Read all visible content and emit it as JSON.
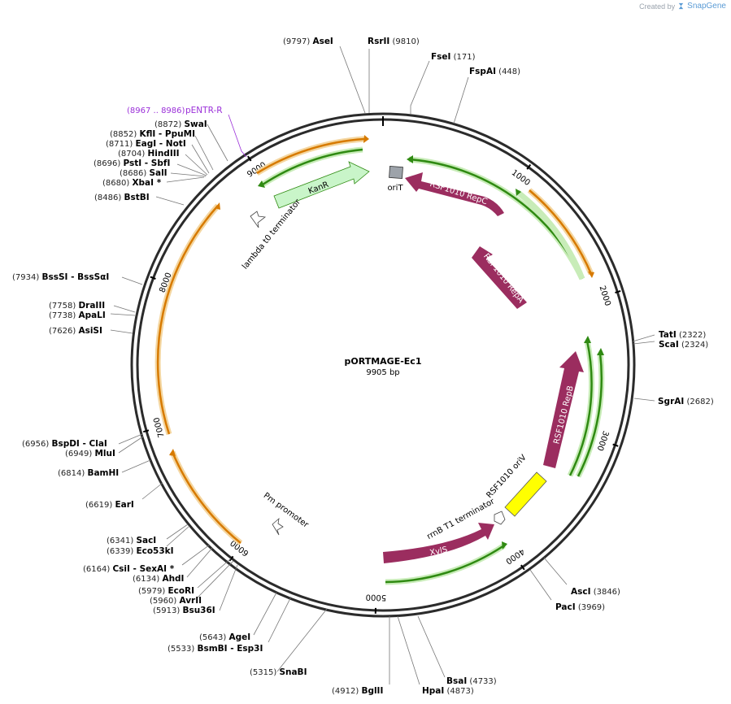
{
  "credit": {
    "prefix": "Created by",
    "brand": "SnapGene"
  },
  "plasmid": {
    "name": "pORTMAGE-Ec1",
    "length": "9905 bp"
  },
  "ticks": [
    "1000",
    "2000",
    "3000",
    "4000",
    "5000",
    "6000",
    "7000",
    "8000",
    "9000"
  ],
  "primer": {
    "range": "(8967 .. 8986)",
    "name": "pENTR-R",
    "color": "#9b30d9"
  },
  "sites_right": [
    {
      "pos": "(9797)",
      "name": "AseI"
    },
    {
      "pos": "(9810)",
      "name": "RsrII"
    },
    {
      "pos": "(171)",
      "name": "FseI"
    },
    {
      "pos": "(448)",
      "name": "FspAI"
    },
    {
      "pos": "(2322)",
      "name": "TatI"
    },
    {
      "pos": "(2324)",
      "name": "ScaI"
    },
    {
      "pos": "(2682)",
      "name": "SgrAI"
    },
    {
      "pos": "(3846)",
      "name": "AscI"
    },
    {
      "pos": "(3969)",
      "name": "PacI"
    },
    {
      "pos": "(4733)",
      "name": "BsaI"
    },
    {
      "pos": "(4873)",
      "name": "HpaI"
    }
  ],
  "sites_left": [
    {
      "pos": "(8872)",
      "name": "SwaI"
    },
    {
      "pos": "(8852)",
      "name": "KflI",
      "extra": "- PpuMI"
    },
    {
      "pos": "(8711)",
      "name": "EagI",
      "extra": "- NotI"
    },
    {
      "pos": "(8704)",
      "name": "HindIII"
    },
    {
      "pos": "(8696)",
      "name": "PstI",
      "extra": "- SbfI"
    },
    {
      "pos": "(8686)",
      "name": "SalI"
    },
    {
      "pos": "(8680)",
      "name": "XbaI",
      "extra": "*"
    },
    {
      "pos": "(8486)",
      "name": "BstBI"
    },
    {
      "pos": "(7934)",
      "name": "BssSI",
      "extra": "- BssSαI"
    },
    {
      "pos": "(7758)",
      "name": "DraIII"
    },
    {
      "pos": "(7738)",
      "name": "ApaLI"
    },
    {
      "pos": "(7626)",
      "name": "AsiSI"
    },
    {
      "pos": "(6956)",
      "name": "BspDI",
      "extra": "- ClaI"
    },
    {
      "pos": "(6949)",
      "name": "MluI"
    },
    {
      "pos": "(6814)",
      "name": "BamHI"
    },
    {
      "pos": "(6619)",
      "name": "EarI"
    },
    {
      "pos": "(6341)",
      "name": "SacI"
    },
    {
      "pos": "(6339)",
      "name": "Eco53kI"
    },
    {
      "pos": "(6164)",
      "name": "CsiI",
      "extra": "- SexAI *"
    },
    {
      "pos": "(6134)",
      "name": "AhdI"
    },
    {
      "pos": "(5979)",
      "name": "EcoRI"
    },
    {
      "pos": "(5960)",
      "name": "AvrII"
    },
    {
      "pos": "(5913)",
      "name": "Bsu36I"
    },
    {
      "pos": "(5643)",
      "name": "AgeI"
    },
    {
      "pos": "(5533)",
      "name": "BsmBI",
      "extra": "- Esp3I"
    },
    {
      "pos": "(5315)",
      "name": "SnaBI"
    },
    {
      "pos": "(4912)",
      "name": "BglII"
    }
  ],
  "features": {
    "kanr": "KanR",
    "orit": "oriT",
    "repc": "RSF1010 RepC",
    "repa": "RSF1010 RepA",
    "repb": "RSF1010 RepB",
    "oriv": "RSF1010 oriV",
    "rrnb": "rrnB T1 terminator",
    "xyls": "XylS",
    "pm": "Pm promoter",
    "lambda": "lambda t0 terminator"
  },
  "colors": {
    "backbone": "#2b2b2b",
    "feature_purple": "#9b2d5f",
    "kanr_fill": "#c9f5c9",
    "orit_fill": "#9da3aa",
    "oriv_fill": "#ffff00",
    "orange_primer": "#d77a00",
    "green_primer": "#2f8a12",
    "label_purple": "#9b30d9"
  }
}
